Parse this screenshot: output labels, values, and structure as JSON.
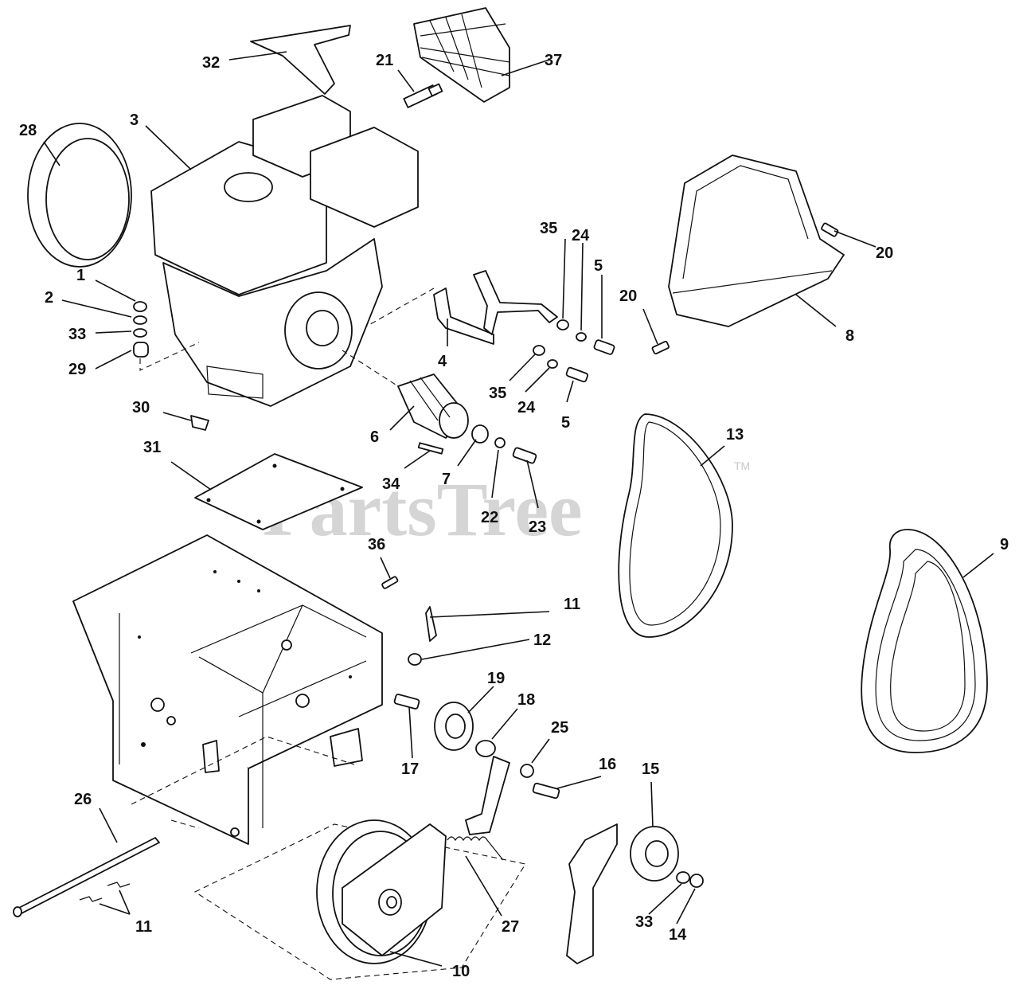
{
  "watermark": {
    "text": "PartsTree",
    "tm": "TM"
  },
  "callouts": [
    {
      "label": "1",
      "id": "1"
    },
    {
      "label": "2",
      "id": "2"
    },
    {
      "label": "3",
      "id": "3"
    },
    {
      "label": "4",
      "id": "4"
    },
    {
      "label": "5",
      "id": "5a"
    },
    {
      "label": "5",
      "id": "5b"
    },
    {
      "label": "6",
      "id": "6"
    },
    {
      "label": "7",
      "id": "7"
    },
    {
      "label": "8",
      "id": "8"
    },
    {
      "label": "9",
      "id": "9"
    },
    {
      "label": "10",
      "id": "10"
    },
    {
      "label": "11",
      "id": "11a"
    },
    {
      "label": "11",
      "id": "11b"
    },
    {
      "label": "12",
      "id": "12"
    },
    {
      "label": "13",
      "id": "13"
    },
    {
      "label": "14",
      "id": "14"
    },
    {
      "label": "15",
      "id": "15"
    },
    {
      "label": "16",
      "id": "16"
    },
    {
      "label": "17",
      "id": "17"
    },
    {
      "label": "18",
      "id": "18"
    },
    {
      "label": "19",
      "id": "19"
    },
    {
      "label": "20",
      "id": "20a"
    },
    {
      "label": "20",
      "id": "20b"
    },
    {
      "label": "21",
      "id": "21"
    },
    {
      "label": "22",
      "id": "22"
    },
    {
      "label": "23",
      "id": "23"
    },
    {
      "label": "24",
      "id": "24a"
    },
    {
      "label": "24",
      "id": "24b"
    },
    {
      "label": "25",
      "id": "25"
    },
    {
      "label": "26",
      "id": "26"
    },
    {
      "label": "27",
      "id": "27"
    },
    {
      "label": "28",
      "id": "28"
    },
    {
      "label": "29",
      "id": "29"
    },
    {
      "label": "30",
      "id": "30"
    },
    {
      "label": "31",
      "id": "31"
    },
    {
      "label": "32",
      "id": "32"
    },
    {
      "label": "33",
      "id": "33a"
    },
    {
      "label": "33",
      "id": "33b"
    },
    {
      "label": "34",
      "id": "34"
    },
    {
      "label": "35",
      "id": "35a"
    },
    {
      "label": "35",
      "id": "35b"
    },
    {
      "label": "36",
      "id": "36"
    },
    {
      "label": "37",
      "id": "37"
    }
  ]
}
